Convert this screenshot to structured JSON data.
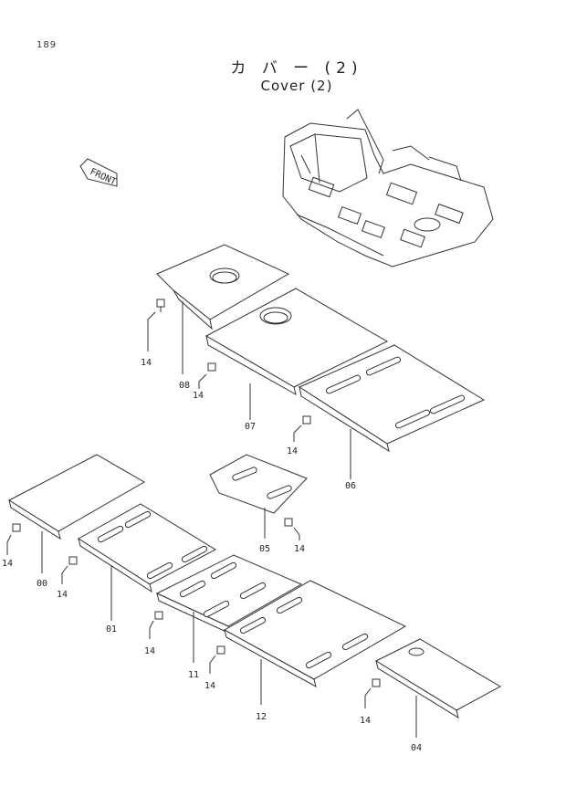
{
  "page": {
    "page_number": "189",
    "title_jp": "カ バ ー (2)",
    "title_en": "Cover (2)",
    "front_label": "FRONT"
  },
  "parts": [
    {
      "id": "08"
    },
    {
      "id": "07"
    },
    {
      "id": "06"
    },
    {
      "id": "05"
    },
    {
      "id": "00"
    },
    {
      "id": "01"
    },
    {
      "id": "11"
    },
    {
      "id": "12"
    },
    {
      "id": "04"
    },
    {
      "id": "14"
    }
  ]
}
